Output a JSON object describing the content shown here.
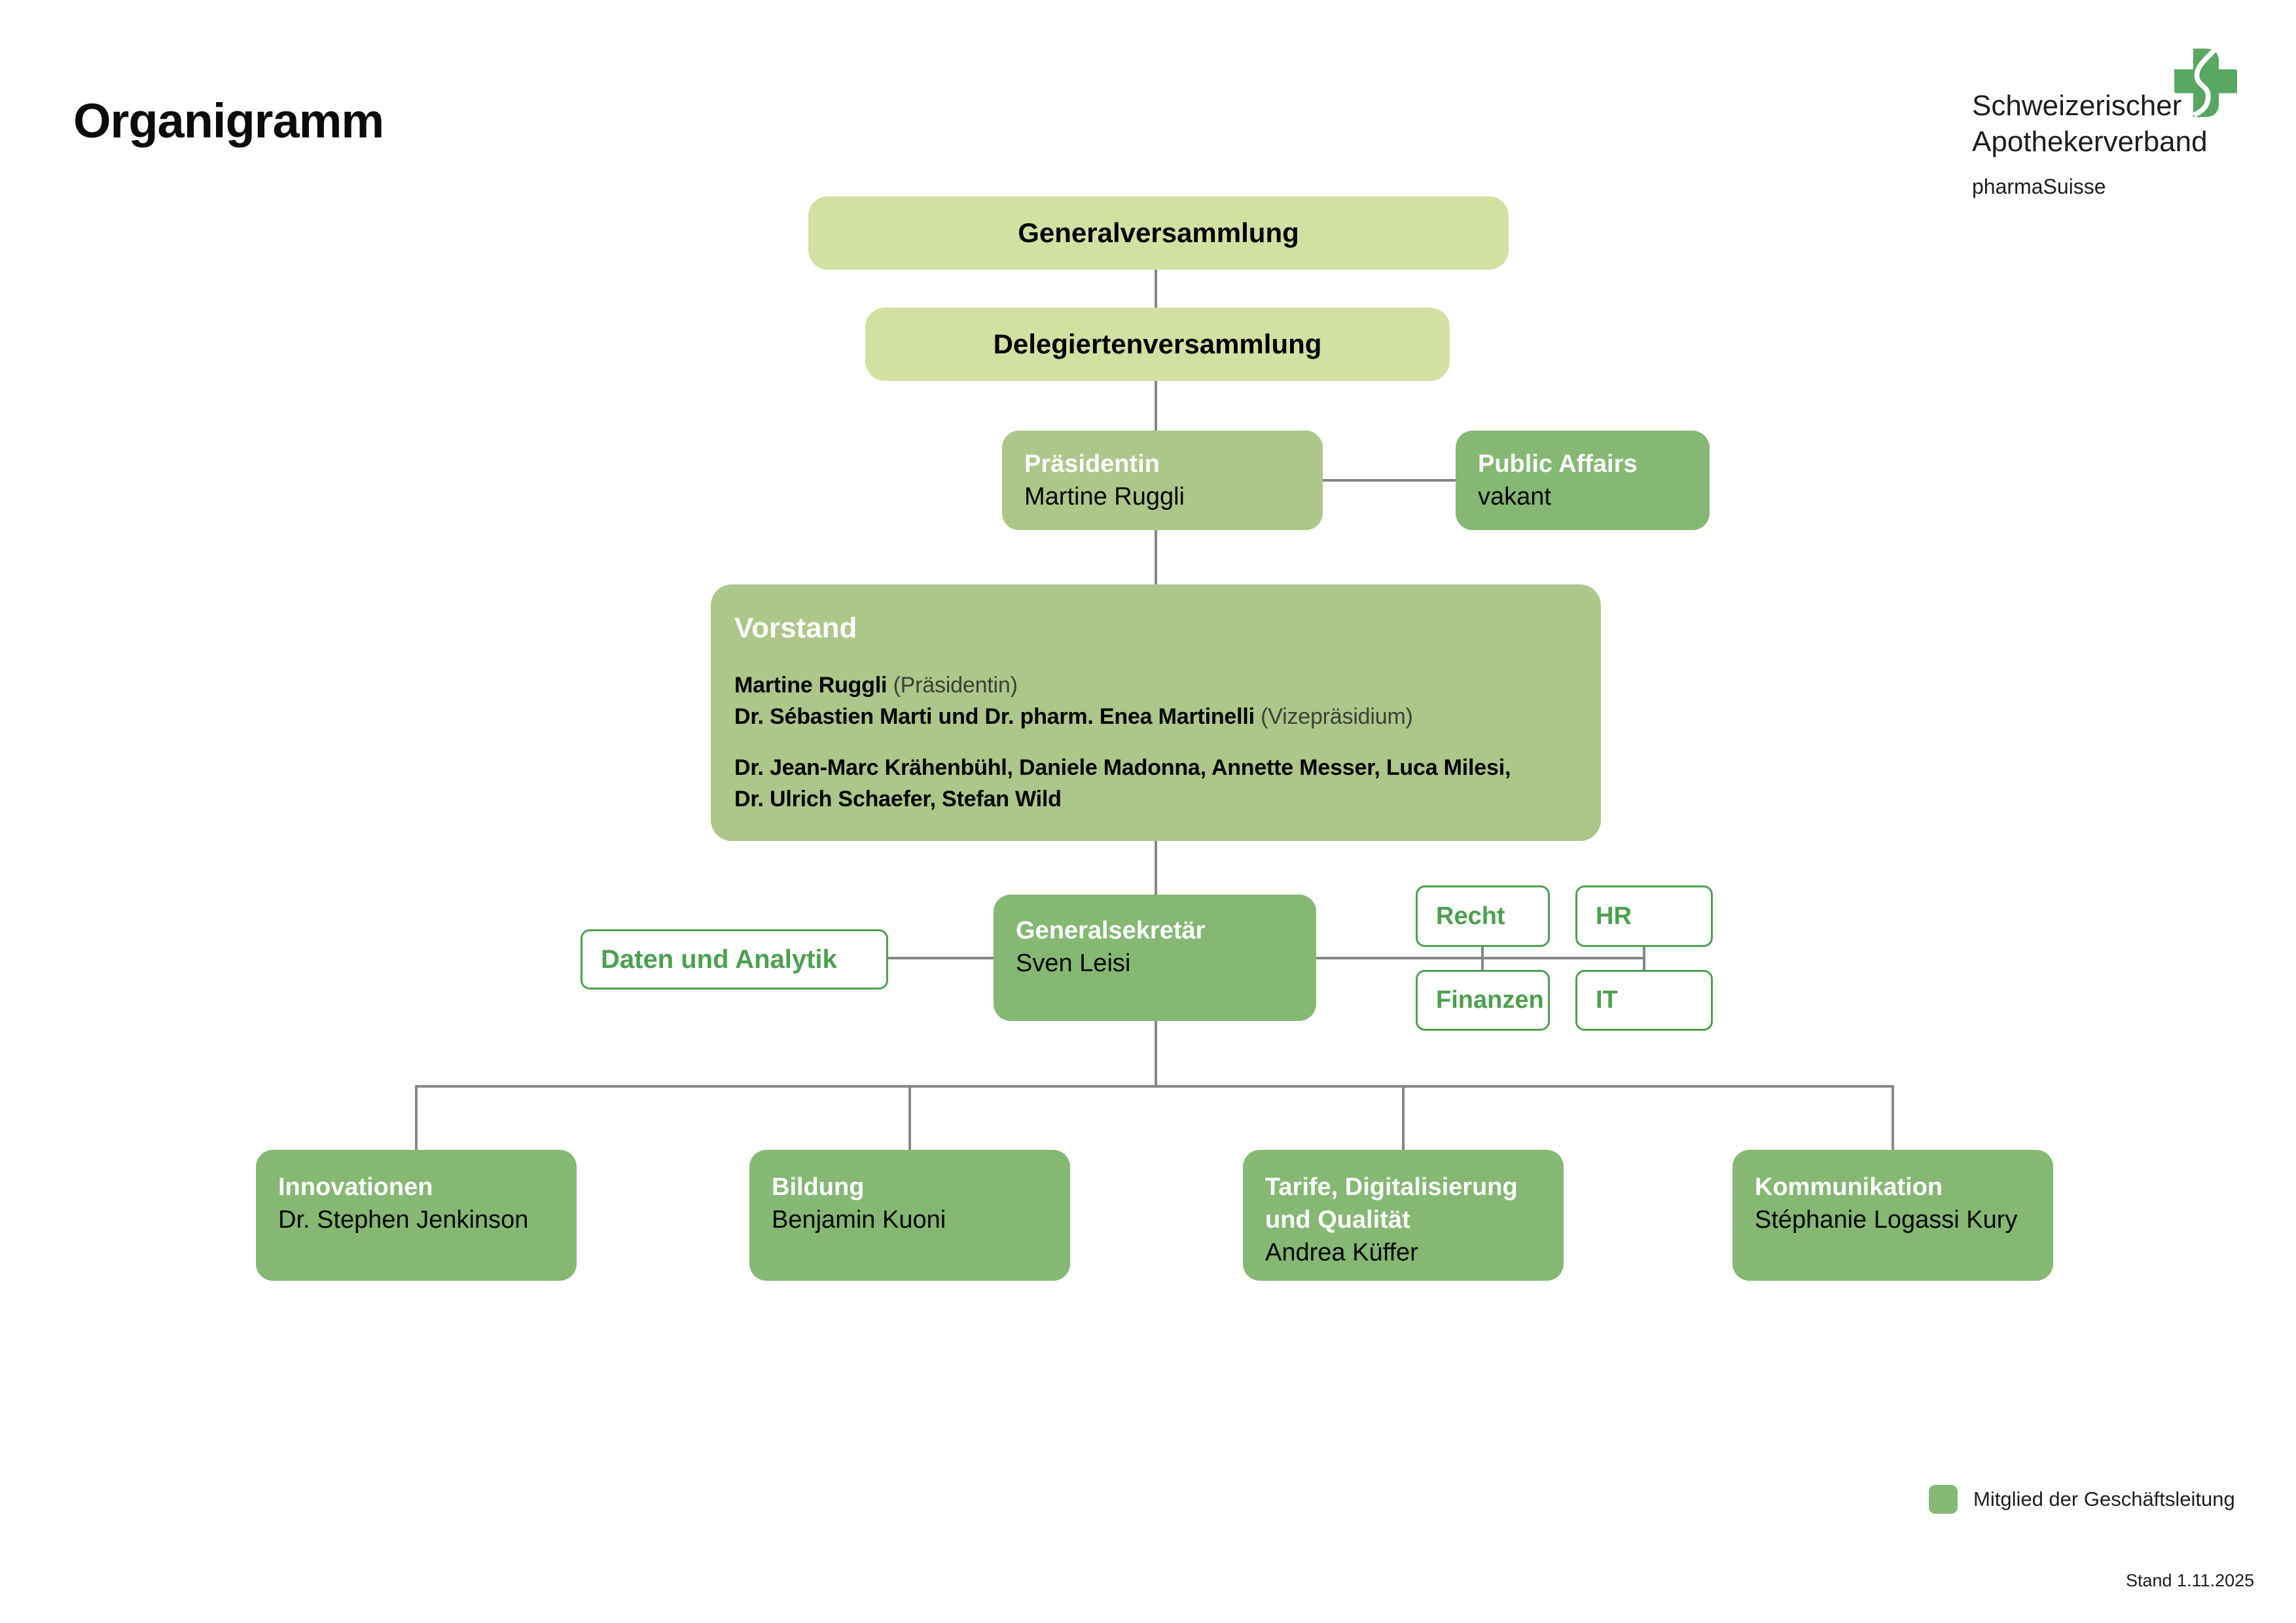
{
  "title": "Organigramm",
  "logo": {
    "line1": "Schweizerischer",
    "line2": "Apothekerverband",
    "line3": "pharmaSuisse",
    "icon": "pharmasuisse-cross-icon"
  },
  "colors": {
    "light_green": "#d2e0a2",
    "sage_green": "#adc689",
    "green": "#84b873",
    "outline_green": "#4ca04f",
    "connector_gray": "#878787",
    "cross_green": "#5aa763"
  },
  "org": {
    "generalversammlung": {
      "label": "Generalversammlung"
    },
    "delegiertenversammlung": {
      "label": "Delegiertenversammlung"
    },
    "praesidentin": {
      "title": "Präsidentin",
      "name": "Martine Ruggli"
    },
    "public_affairs": {
      "title": "Public Affairs",
      "name": "vakant"
    },
    "vorstand": {
      "title": "Vorstand",
      "line1_bold": "Martine Ruggli",
      "line1_light": "(Präsidentin)",
      "line2_bold": "Dr. Sébastien Marti und Dr. pharm. Enea Martinelli",
      "line2_light": "(Vizepräsidium)",
      "line3": "Dr. Jean-Marc Krähenbühl, Daniele Madonna, Annette Messer, Luca Milesi,",
      "line4": "Dr. Ulrich Schaefer, Stefan Wild"
    },
    "generalsekretaer": {
      "title": "Generalsekretär",
      "name": "Sven Leisi"
    },
    "daten_und_analytik": {
      "label": "Daten und Analytik"
    },
    "staff_units": [
      {
        "label": "Recht"
      },
      {
        "label": "HR"
      },
      {
        "label": "Finanzen"
      },
      {
        "label": "IT"
      }
    ],
    "departments": [
      {
        "title": "Innovationen",
        "name": "Dr. Stephen Jenkinson"
      },
      {
        "title": "Bildung",
        "name": "Benjamin Kuoni"
      },
      {
        "title": "Tarife, Digitalisierung und Qualität",
        "name": "Andrea Küffer"
      },
      {
        "title": "Kommunikation",
        "name": "Stéphanie Logassi Kury"
      }
    ]
  },
  "legend": {
    "label": "Mitglied der Geschäftsleitung"
  },
  "footer": {
    "stand": "Stand 1.11.2025"
  }
}
